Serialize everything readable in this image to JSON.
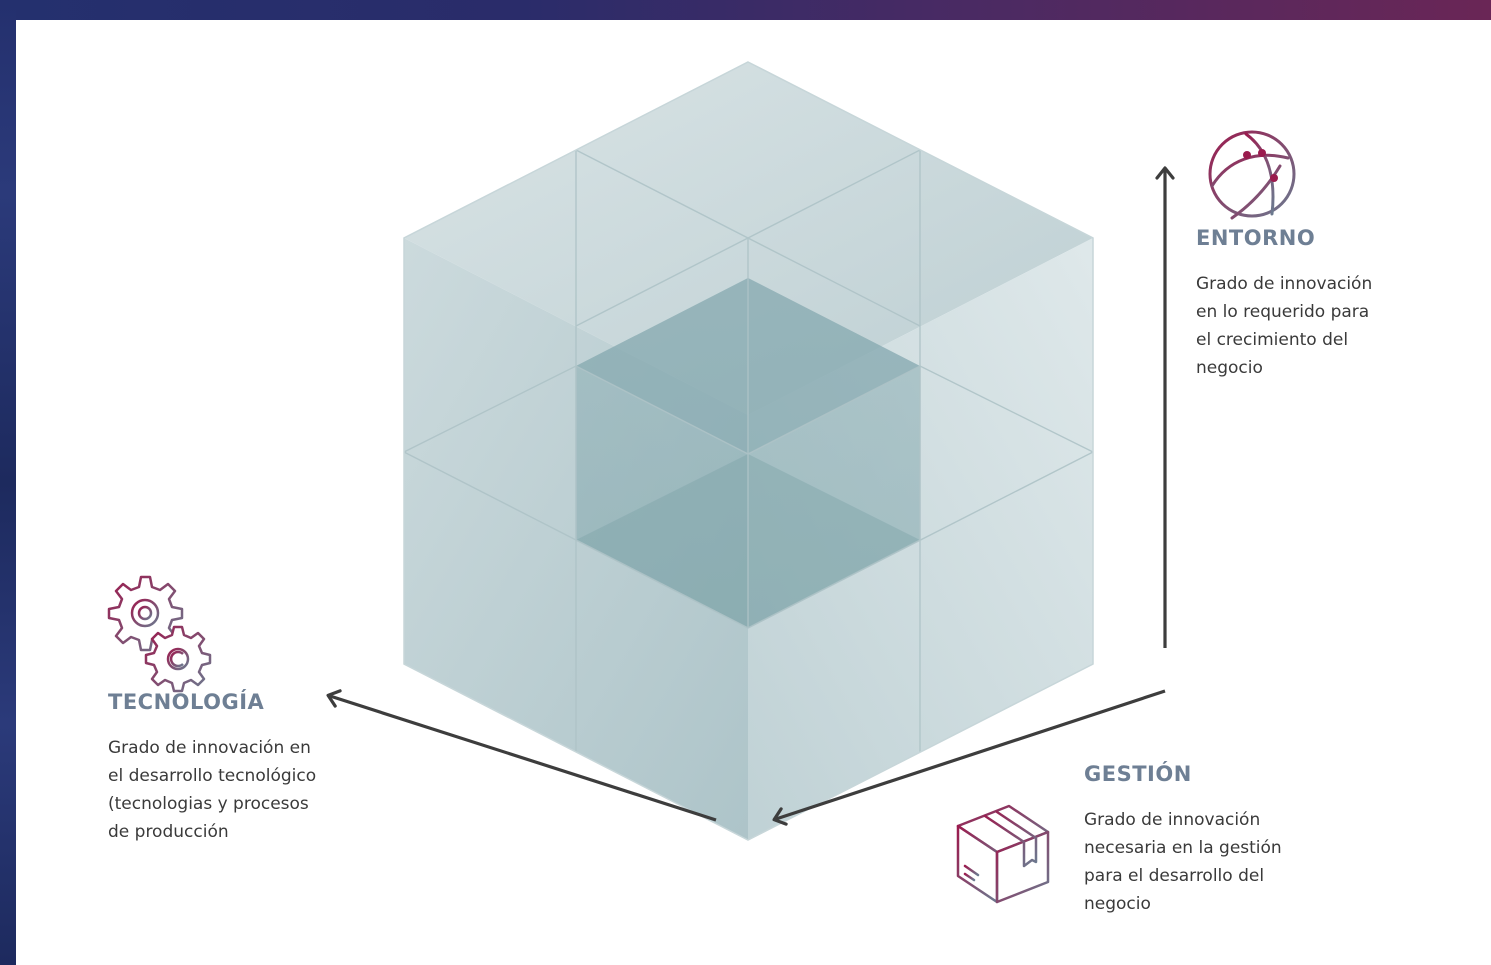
{
  "axes": [
    {
      "id": "entorno",
      "icon": "globe-network-icon",
      "title": "ENTORNO",
      "lines": [
        "Grado de innovación",
        "en lo requerido para",
        "el crecimiento del",
        "negocio"
      ]
    },
    {
      "id": "tecnologia",
      "icon": "gears-icon",
      "title": "TECNOLOGÍA",
      "lines": [
        "Grado de innovación en",
        "el desarrollo tecnológico",
        "(tecnologias y procesos",
        "de producción"
      ]
    },
    {
      "id": "gestion",
      "icon": "package-box-icon",
      "title": "GESTIÓN",
      "lines": [
        "Grado de innovación",
        "necesaria en la gestión",
        "para el desarrollo del",
        "negocio"
      ]
    }
  ],
  "colors": {
    "heading": "#6e7f94",
    "body_text": "#3a3a3a",
    "arrow": "#3d3d3d",
    "icon_gradient_start": "#9b1b4e",
    "icon_gradient_end": "#6b7b90",
    "frame_left": "#24306e",
    "frame_right": "#6a2656"
  }
}
